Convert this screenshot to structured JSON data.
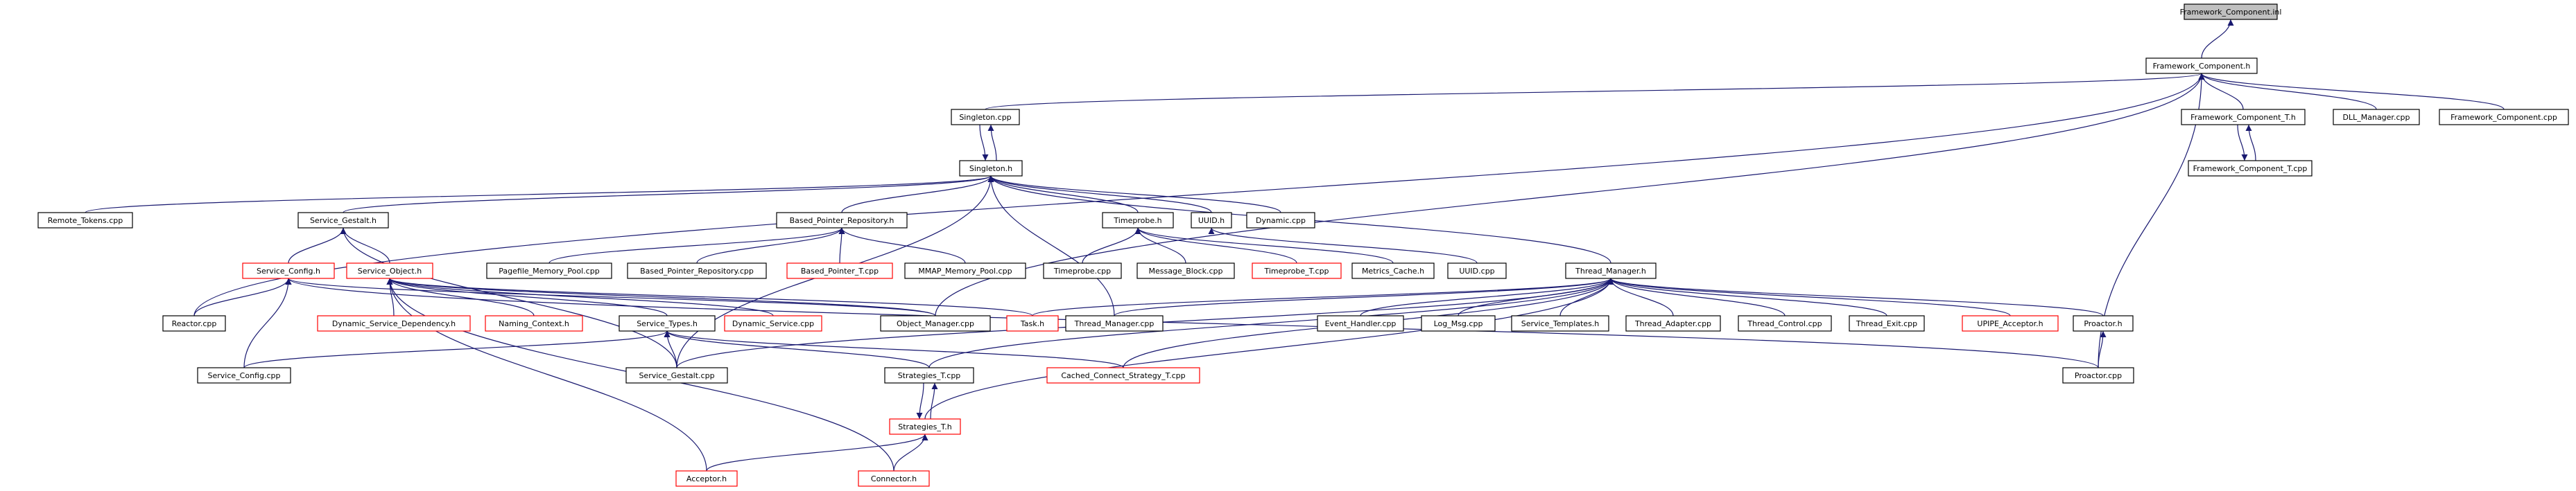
{
  "nodes": [
    {
      "id": "n0",
      "label": "Framework_Component.inl"
    },
    {
      "id": "n1",
      "label": "Framework_Component.h"
    },
    {
      "id": "n2",
      "label": "Singleton.cpp"
    },
    {
      "id": "n3",
      "label": "Framework_Component_T.h"
    },
    {
      "id": "n4",
      "label": "DLL_Manager.cpp"
    },
    {
      "id": "n5",
      "label": "Framework_Component.cpp"
    },
    {
      "id": "n6",
      "label": "Singleton.h"
    },
    {
      "id": "n7",
      "label": "Framework_Component_T.cpp"
    },
    {
      "id": "n8",
      "label": "Remote_Tokens.cpp"
    },
    {
      "id": "n9",
      "label": "Service_Gestalt.h"
    },
    {
      "id": "n10",
      "label": "Based_Pointer_Repository.h"
    },
    {
      "id": "n11",
      "label": "Timeprobe.h"
    },
    {
      "id": "n12",
      "label": "UUID.h"
    },
    {
      "id": "n13",
      "label": "Dynamic.cpp"
    },
    {
      "id": "n14",
      "label": "Service_Config.h"
    },
    {
      "id": "n15",
      "label": "Service_Object.h"
    },
    {
      "id": "n16",
      "label": "Pagefile_Memory_Pool.cpp"
    },
    {
      "id": "n17",
      "label": "Based_Pointer_Repository.cpp"
    },
    {
      "id": "n18",
      "label": "Based_Pointer_T.cpp"
    },
    {
      "id": "n19",
      "label": "MMAP_Memory_Pool.cpp"
    },
    {
      "id": "n20",
      "label": "Timeprobe.cpp"
    },
    {
      "id": "n21",
      "label": "Message_Block.cpp"
    },
    {
      "id": "n22",
      "label": "Timeprobe_T.cpp"
    },
    {
      "id": "n23",
      "label": "Metrics_Cache.h"
    },
    {
      "id": "n24",
      "label": "UUID.cpp"
    },
    {
      "id": "n25",
      "label": "Thread_Manager.h"
    },
    {
      "id": "n26",
      "label": "Reactor.cpp"
    },
    {
      "id": "n27",
      "label": "Dynamic_Service_Dependency.h"
    },
    {
      "id": "n28",
      "label": "Naming_Context.h"
    },
    {
      "id": "n29",
      "label": "Service_Types.h"
    },
    {
      "id": "n30",
      "label": "Dynamic_Service.cpp"
    },
    {
      "id": "n31",
      "label": "Object_Manager.cpp"
    },
    {
      "id": "n32",
      "label": "Task.h"
    },
    {
      "id": "n33",
      "label": "Thread_Manager.cpp"
    },
    {
      "id": "n34",
      "label": "Event_Handler.cpp"
    },
    {
      "id": "n35",
      "label": "Log_Msg.cpp"
    },
    {
      "id": "n36",
      "label": "Service_Templates.h"
    },
    {
      "id": "n37",
      "label": "Thread_Adapter.cpp"
    },
    {
      "id": "n38",
      "label": "Thread_Control.cpp"
    },
    {
      "id": "n39",
      "label": "Thread_Exit.cpp"
    },
    {
      "id": "n40",
      "label": "UPIPE_Acceptor.h"
    },
    {
      "id": "n41",
      "label": "Proactor.h"
    },
    {
      "id": "n42",
      "label": "Service_Config.cpp"
    },
    {
      "id": "n43",
      "label": "Service_Gestalt.cpp"
    },
    {
      "id": "n44",
      "label": "Strategies_T.cpp"
    },
    {
      "id": "n45",
      "label": "Cached_Connect_Strategy_T.cpp"
    },
    {
      "id": "n46",
      "label": "Proactor.cpp"
    },
    {
      "id": "n47",
      "label": "Strategies_T.h"
    },
    {
      "id": "n48",
      "label": "Acceptor.h"
    },
    {
      "id": "n49",
      "label": "Connector.h"
    }
  ],
  "edges": [
    {
      "from": "n1",
      "to": "n0"
    },
    {
      "from": "n2",
      "to": "n1"
    },
    {
      "from": "n3",
      "to": "n1"
    },
    {
      "from": "n4",
      "to": "n1"
    },
    {
      "from": "n5",
      "to": "n1"
    },
    {
      "from": "n6",
      "to": "n2"
    },
    {
      "from": "n2",
      "to": "n6"
    },
    {
      "from": "n26",
      "to": "n1"
    },
    {
      "from": "n46",
      "to": "n1"
    },
    {
      "from": "n31",
      "to": "n1"
    },
    {
      "from": "n7",
      "to": "n3"
    },
    {
      "from": "n3",
      "to": "n7"
    },
    {
      "from": "n8",
      "to": "n6"
    },
    {
      "from": "n9",
      "to": "n6"
    },
    {
      "from": "n10",
      "to": "n6"
    },
    {
      "from": "n11",
      "to": "n6"
    },
    {
      "from": "n12",
      "to": "n6"
    },
    {
      "from": "n13",
      "to": "n6"
    },
    {
      "from": "n25",
      "to": "n6"
    },
    {
      "from": "n43",
      "to": "n6"
    },
    {
      "from": "n33",
      "to": "n6"
    },
    {
      "from": "n14",
      "to": "n9"
    },
    {
      "from": "n15",
      "to": "n9"
    },
    {
      "from": "n43",
      "to": "n9"
    },
    {
      "from": "n16",
      "to": "n10"
    },
    {
      "from": "n17",
      "to": "n10"
    },
    {
      "from": "n18",
      "to": "n10"
    },
    {
      "from": "n19",
      "to": "n10"
    },
    {
      "from": "n20",
      "to": "n11"
    },
    {
      "from": "n21",
      "to": "n11"
    },
    {
      "from": "n22",
      "to": "n11"
    },
    {
      "from": "n23",
      "to": "n11"
    },
    {
      "from": "n24",
      "to": "n12"
    },
    {
      "from": "n26",
      "to": "n14"
    },
    {
      "from": "n42",
      "to": "n14"
    },
    {
      "from": "n31",
      "to": "n14"
    },
    {
      "from": "n46",
      "to": "n14"
    },
    {
      "from": "n27",
      "to": "n15"
    },
    {
      "from": "n28",
      "to": "n15"
    },
    {
      "from": "n29",
      "to": "n15"
    },
    {
      "from": "n30",
      "to": "n15"
    },
    {
      "from": "n32",
      "to": "n15"
    },
    {
      "from": "n31",
      "to": "n15"
    },
    {
      "from": "n48",
      "to": "n15"
    },
    {
      "from": "n49",
      "to": "n15"
    },
    {
      "from": "n42",
      "to": "n29"
    },
    {
      "from": "n43",
      "to": "n29"
    },
    {
      "from": "n44",
      "to": "n29"
    },
    {
      "from": "n45",
      "to": "n29"
    },
    {
      "from": "n32",
      "to": "n25"
    },
    {
      "from": "n33",
      "to": "n25"
    },
    {
      "from": "n34",
      "to": "n25"
    },
    {
      "from": "n35",
      "to": "n25"
    },
    {
      "from": "n36",
      "to": "n25"
    },
    {
      "from": "n37",
      "to": "n25"
    },
    {
      "from": "n38",
      "to": "n25"
    },
    {
      "from": "n39",
      "to": "n25"
    },
    {
      "from": "n40",
      "to": "n25"
    },
    {
      "from": "n41",
      "to": "n25"
    },
    {
      "from": "n43",
      "to": "n25"
    },
    {
      "from": "n44",
      "to": "n25"
    },
    {
      "from": "n45",
      "to": "n25"
    },
    {
      "from": "n47",
      "to": "n25"
    },
    {
      "from": "n46",
      "to": "n41"
    },
    {
      "from": "n47",
      "to": "n44"
    },
    {
      "from": "n44",
      "to": "n47"
    },
    {
      "from": "n48",
      "to": "n47"
    },
    {
      "from": "n49",
      "to": "n47"
    }
  ]
}
